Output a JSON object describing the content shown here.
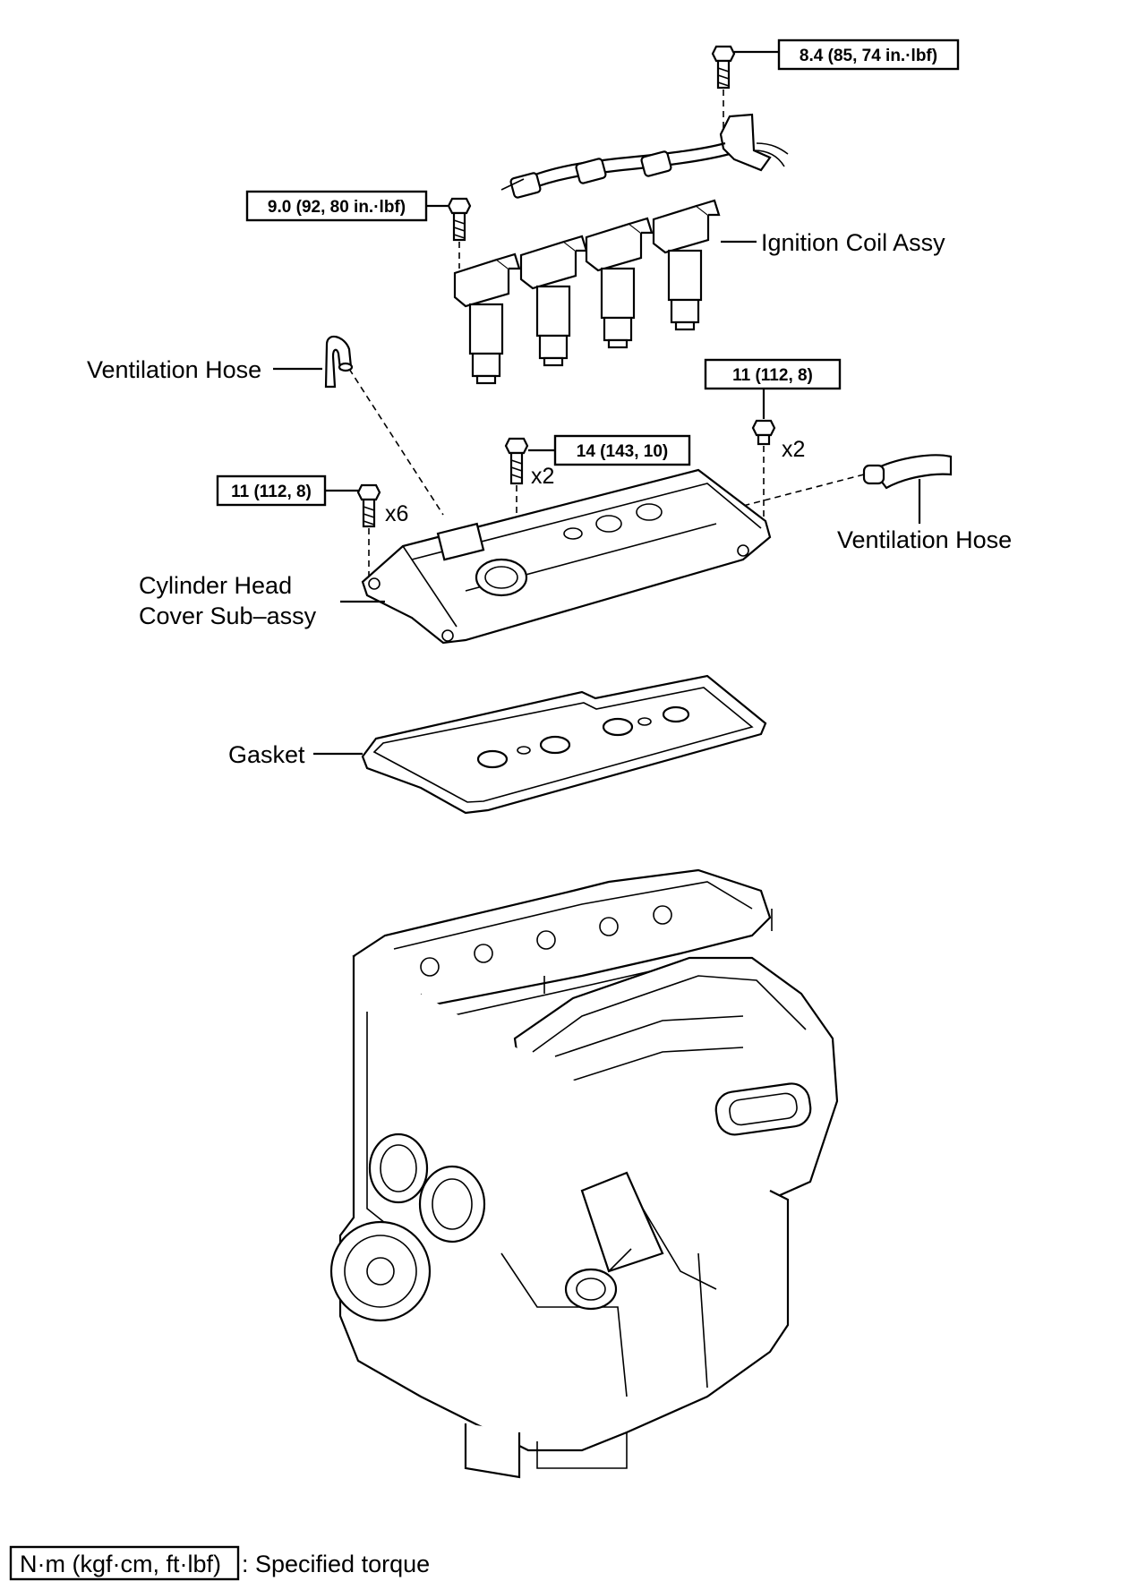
{
  "labels": {
    "ignition_coil": "Ignition Coil Assy",
    "ventilation_hose_left": "Ventilation Hose",
    "ventilation_hose_right": "Ventilation Hose",
    "cylinder_head_line1": "Cylinder Head",
    "cylinder_head_line2": "Cover Sub–assy",
    "gasket": "Gasket"
  },
  "torques": {
    "wire_harness_bolt": "8.4 (85, 74 in.·lbf)",
    "coil_bolt": "9.0 (92, 80 in.·lbf)",
    "stud_right": "11 (112, 8)",
    "stud_center": "14 (143, 10)",
    "bolt_left": "11 (112, 8)"
  },
  "quantities": {
    "center": "x2",
    "right": "x2",
    "left": "x6"
  },
  "legend": {
    "unit_box": "N·m (kgf·cm, ft·lbf)",
    "description": ": Specified torque"
  }
}
